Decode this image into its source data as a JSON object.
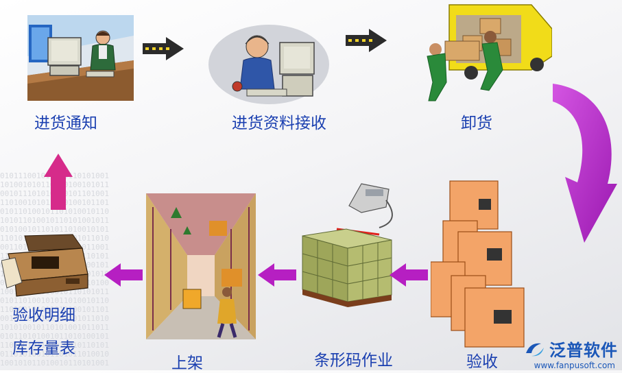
{
  "steps": {
    "notice": "进货通知",
    "receive_data": "进货资料接收",
    "unload": "卸货",
    "inspect": "验收",
    "barcode": "条形码作业",
    "shelve": "上架",
    "detail_line1": "验收明细",
    "detail_line2": "库存量表"
  },
  "logo": {
    "name": "泛普软件",
    "url": "www.fanpusoft.com"
  },
  "colors": {
    "label": "#1a3fb0",
    "curve_arrow": "#b21ec9",
    "flow_arrow": "#b61fc2",
    "up_arrow": "#d62b8a",
    "dark_arrow": "#2b2b2b",
    "box": "#f0a060"
  },
  "binary_text": "010111001011010110101001\n101001010110110100101011\n001011101010010101101001\n110100101011010100101101\n010110100101101010010110\n101011010010110101001011\n010100101101011010010101\n110101010010110101011010\n001101011010100101011001\n110010101101010010110101\n010101101001011010100101\n101001011010101101001010\n011010100101101011010100\n100101101010010110101011\n010110100101011010010110\n110100101011010100101101\n001011010100101101011010\n101010010110101001011011\n010110101001011010100101\n110100101101010010110101\n011010100101101011010010\n100101011010010110101001"
}
